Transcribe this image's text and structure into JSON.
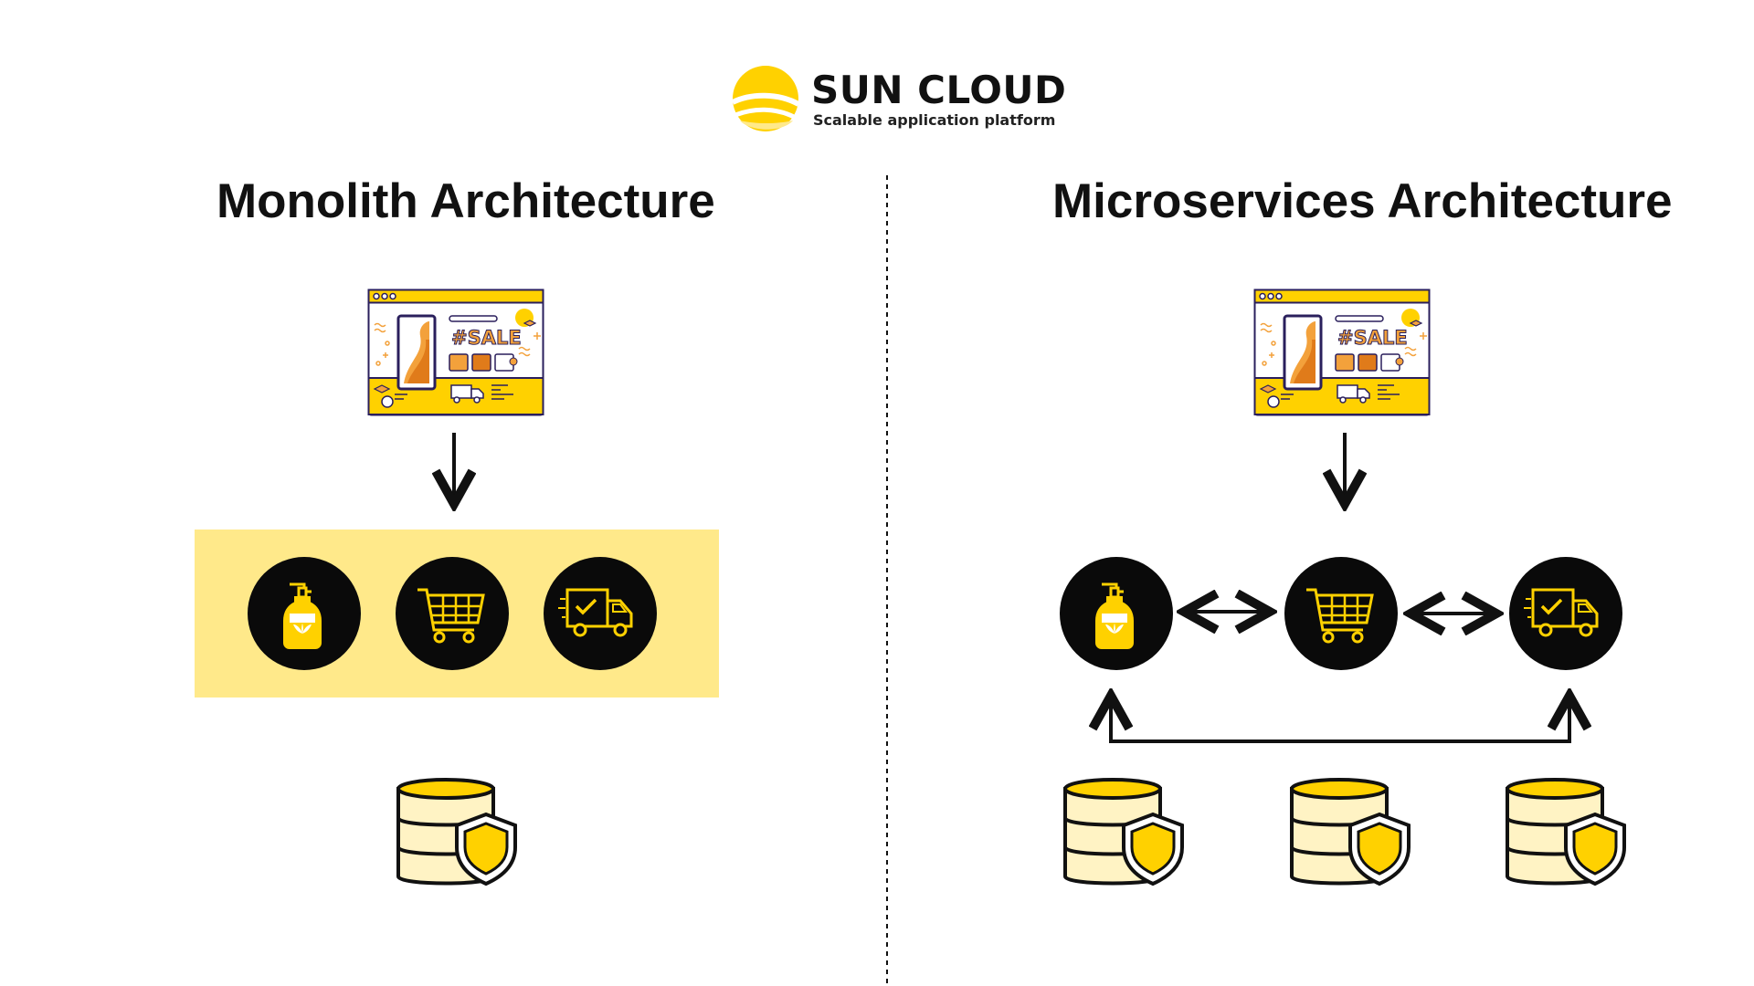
{
  "brand": {
    "name": "SUN CLOUD",
    "tagline": "Scalable application platform",
    "logo_icon": "sun-logo-icon"
  },
  "colors": {
    "accent": "#FFD100",
    "container_fill": "#FFE98A",
    "database_fill": "#FFF3C4",
    "node_fill": "#0A0A0A",
    "text": "#111111"
  },
  "monolith": {
    "title": "Monolith Architecture",
    "frontend_icon": "sale-webpage-icon",
    "sale_text": "#SALE",
    "services": [
      "product-service-icon",
      "cart-service-icon",
      "delivery-service-icon"
    ],
    "database_icon": "secure-database-icon"
  },
  "microservices": {
    "title": "Microservices Architecture",
    "frontend_icon": "sale-webpage-icon",
    "sale_text": "#SALE",
    "services": [
      "product-service-icon",
      "cart-service-icon",
      "delivery-service-icon"
    ],
    "databases": [
      "secure-database-icon",
      "secure-database-icon",
      "secure-database-icon"
    ]
  }
}
